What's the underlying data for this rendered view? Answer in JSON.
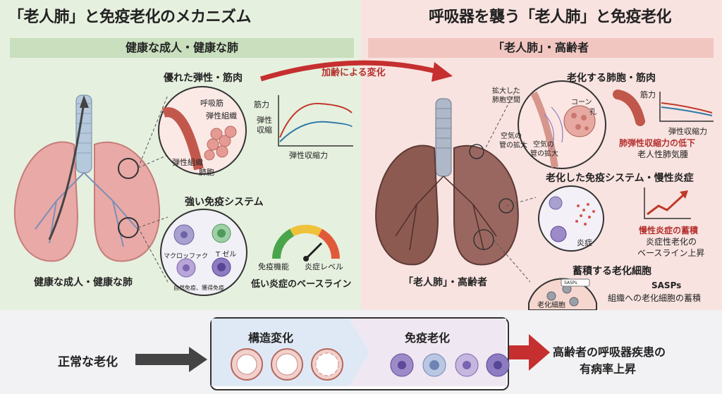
{
  "left_panel": {
    "title": "「老人肺」と免疫老化のメカニズム",
    "band": "健康な成人・健康な肺",
    "muscle_heading": "優れた弾性・筋肉",
    "muscle_labels": [
      "呼吸筋",
      "弾性組織",
      "弾性組織",
      "肺胞"
    ],
    "graph": {
      "y1": "筋力",
      "y2": "弾性\n収縮",
      "x": "弾性収縮力"
    },
    "immune_heading": "強い免疫システム",
    "cells": [
      "マクロッファク",
      "T ゼル",
      "自然免疫、獲得免疫"
    ],
    "gauge": {
      "left": "免疫機能",
      "right": "炎症レベル",
      "caption": "低い炎症のベースライン"
    },
    "lung_caption": "健康な成人・健康な肺",
    "colors": {
      "bg": "#e6f0df",
      "band": "#c9dfbe"
    }
  },
  "right_panel": {
    "title": "呼吸器を襲う「老人肺」と免疫老化",
    "band": "「老人肺」・高齢者",
    "aging_label": "加齢による変化",
    "alveoli_heading": "老化する肺胞・筋肉",
    "alveoli_labels": [
      "拡大した",
      "肺胞空間",
      "コーン",
      "孔",
      "空気の",
      "管の拡大",
      "空気の",
      "管の拡大"
    ],
    "graph": {
      "y": "筋力",
      "x": "弾性収縮力"
    },
    "elastic_loss": "肺弾性収縮力の低下",
    "emphysema": "老人性肺気腫",
    "immune_heading": "老化した免疫システム・慢性炎症",
    "inflammation": "炎症",
    "chronic_red": "慢性炎症の蓄積",
    "chronic_lines": [
      "炎症性老化の",
      "ベースライン上昇"
    ],
    "senescent_heading": "蓄積する老化細胞",
    "sasp": "SASPs",
    "sasp_desc": "組織への老化細胞の蓄積",
    "senescent_label": "老化細胞",
    "sasp_small": "SASPs",
    "lung_caption": "「老人肺」・高齢者",
    "colors": {
      "bg": "#f8e3e0",
      "band": "#f1c6c1",
      "accent": "#b5302d"
    }
  },
  "bottom": {
    "normal_aging": "正常な老化",
    "structural": "構造変化",
    "immunosenescence": "免疫老化",
    "outcome_line1": "高齢者の呼吸器疾患の",
    "outcome_line2": "有病率上昇"
  }
}
